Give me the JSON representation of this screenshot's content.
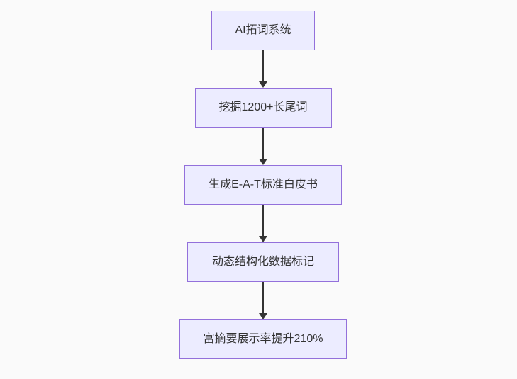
{
  "diagram": {
    "type": "flowchart-top-down",
    "nodes": [
      {
        "id": "A",
        "label": "AI拓词系统"
      },
      {
        "id": "B",
        "label": "挖掘1200+长尾词"
      },
      {
        "id": "C",
        "label": "生成E-A-T标准白皮书"
      },
      {
        "id": "D",
        "label": "动态结构化数据标记"
      },
      {
        "id": "E",
        "label": "富摘要展示率提升210%"
      }
    ],
    "edges": [
      {
        "from": "A",
        "to": "B"
      },
      {
        "from": "B",
        "to": "C"
      },
      {
        "from": "C",
        "to": "D"
      },
      {
        "from": "D",
        "to": "E"
      }
    ],
    "colors": {
      "background": "#fafafa",
      "node_fill": "#ECECFF",
      "node_border": "#9370DB",
      "text": "#333333",
      "arrow": "#333333"
    }
  }
}
